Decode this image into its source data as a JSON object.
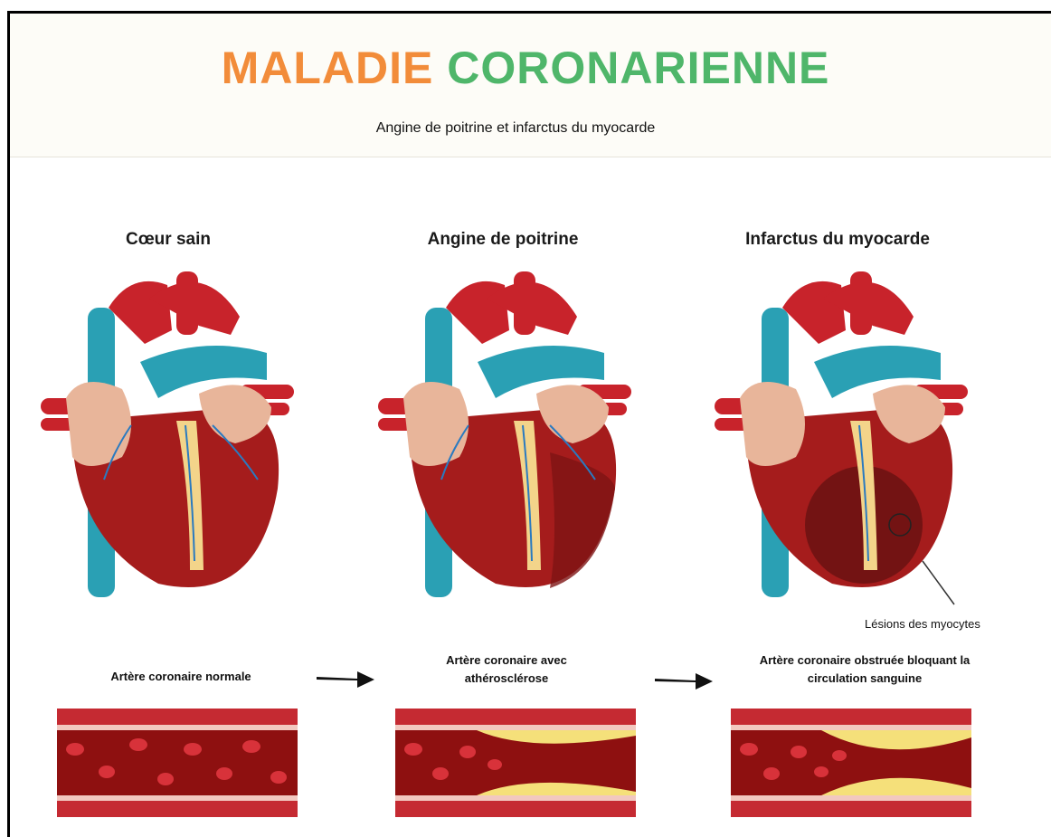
{
  "title": {
    "word1": "MALADIE",
    "word2": "CORONARIENNE"
  },
  "subtitle": "Angine de poitrine et infarctus du myocarde",
  "panels": [
    {
      "label": "Cœur sain",
      "caption": "Artère coronaire normale"
    },
    {
      "label": "Angine de poitrine",
      "caption_line1": "Artère coronaire avec",
      "caption_line2": "athérosclérose"
    },
    {
      "label": "Infarctus du myocarde",
      "caption_line1": "Artère coronaire obstruée bloquant la",
      "caption_line2": "circulation sanguine"
    }
  ],
  "lesion_label": "Lésions des myocytes",
  "colors": {
    "orange": "#f28c3a",
    "green": "#4fb66a",
    "heart_red": "#a51c1c",
    "vessel_blue": "#2aa0b4",
    "plaque": "#f5e07a"
  }
}
